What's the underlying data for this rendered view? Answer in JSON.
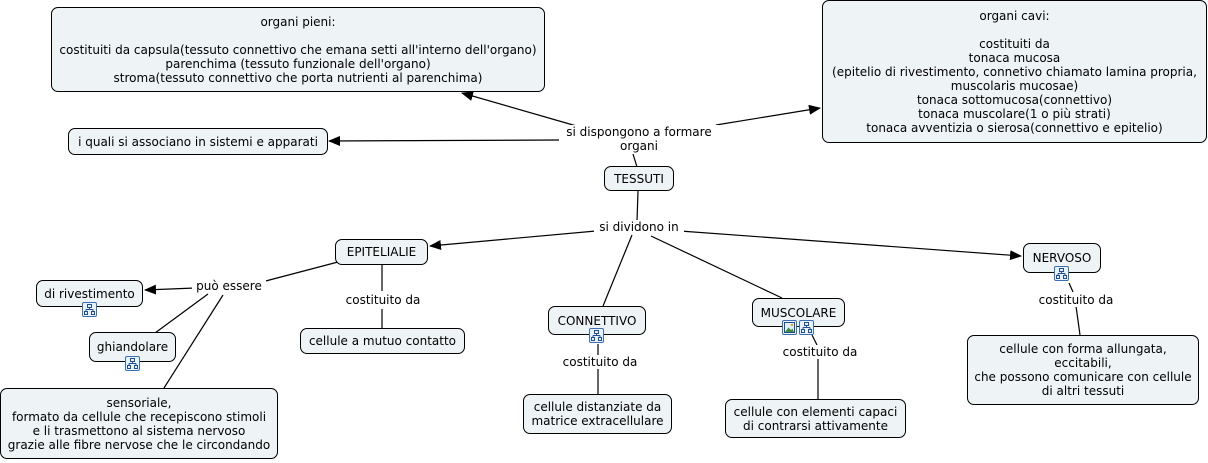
{
  "concepts": {
    "tessuti": "TESSUTI",
    "organi_pieni": "organi pieni:\n\ncostituiti da capsula(tessuto connettivo che emana setti all'interno dell'organo)\nparenchima (tessuto funzionale dell'organo)\nstroma(tessuto connettivo che porta nutrienti al parenchima)",
    "organi_cavi": "organi cavi:\n\ncostituiti da\ntonaca mucosa\n(epitelio di rivestimento, connetivo chiamato lamina propria,\nmuscolaris mucosae)\ntonaca sottomucosa(connettivo)\ntonaca muscolare(1 o più strati)\ntonaca avventizia o sierosa(connettivo e epitelio)",
    "sistemi": "i quali si associano in sistemi e apparati",
    "epitelialie": "EPITELIALIE",
    "di_rivestimento": "di rivestimento",
    "ghiandolare": "ghiandolare",
    "sensoriale": "sensoriale,\nformato da cellule che recepiscono stimoli\ne li trasmettono al sistema nervoso\ngrazie alle fibre nervose che le circondando",
    "mutuo_contatto": "cellule a mutuo contatto",
    "connettivo": "CONNETTIVO",
    "distanziate": "cellule distanziate da\nmatrice extracellulare",
    "muscolare": "MUSCOLARE",
    "elementi_capaci": "cellule con elementi capaci\ndi contrarsi attivamente",
    "nervoso": "NERVOSO",
    "forma_allungata": "cellule con forma allungata,\neccitabili,\nche possono comunicare con cellule\ndi altri tessuti"
  },
  "phrases": {
    "si_dispongono": "si dispongono a formare\norgani",
    "si_dividono": "si dividono in",
    "puo_essere": "può essere",
    "costituito_epi": "costituito da",
    "costituito_conn": "costituito da",
    "costituito_musc": "costituito da",
    "costituito_nerv": "costituito da"
  },
  "icons": [
    "submap-icon",
    "submap-icon",
    "submap-icon",
    "submap-icon",
    "image-icon",
    "submap-icon"
  ],
  "colors": {
    "node_fill": "#eef3f6",
    "line": "#000000",
    "icon_border": "#3a6fb0"
  }
}
